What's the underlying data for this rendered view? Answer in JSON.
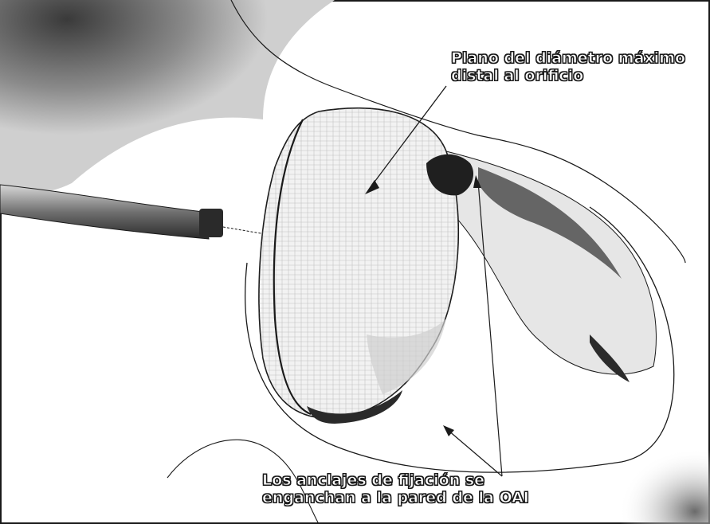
{
  "labels": {
    "top": {
      "line1": "Plano del diámetro máximo",
      "line2": "distal al orificio"
    },
    "bottom": {
      "line1": "Los anclajes de fijación se",
      "line2": "enganchan a la pared de la OAI"
    }
  },
  "colors": {
    "background": "#ffffff",
    "outline": "#1a1a1a",
    "shade_dark": "#2b2b2b",
    "shade_mid": "#8a8a8a",
    "shade_light": "#d0d0d0"
  }
}
